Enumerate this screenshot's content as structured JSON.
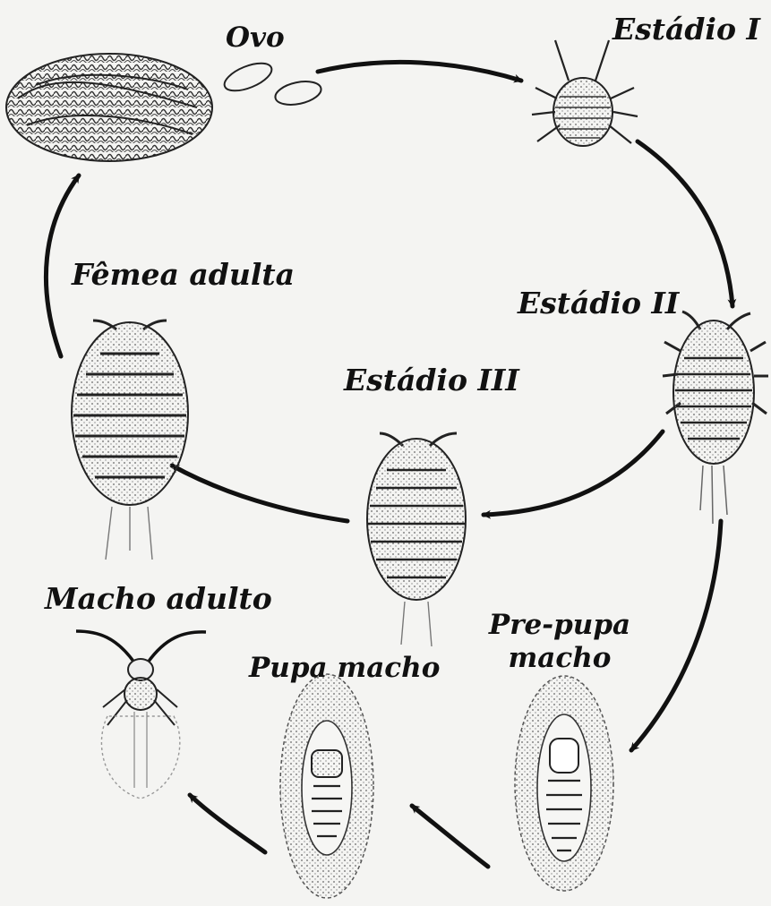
{
  "stages": {
    "ovo": "Ovo",
    "estadio_1": "Estádio I",
    "estadio_2": "Estádio II",
    "estadio_3": "Estádio III",
    "femea_adulta": "Fêmea adulta",
    "macho_adulto": "Macho adulto",
    "pupa_macho": "Pupa macho",
    "pre_pupa_line1": "Pre-pupa",
    "pre_pupa_line2": "macho"
  },
  "colors": {
    "ink": "#111111",
    "stipple": "#555555",
    "background": "#f4f4f2"
  }
}
